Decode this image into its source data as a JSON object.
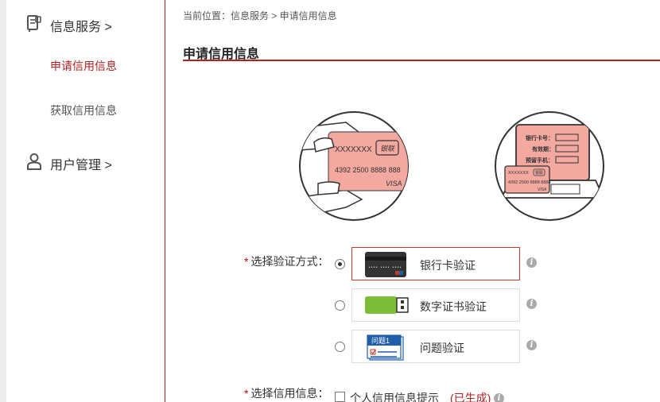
{
  "sidebar": {
    "group1": {
      "label": "信息服务 >",
      "icon": "document-icon"
    },
    "items": [
      {
        "label": "申请信用信息",
        "active": true
      },
      {
        "label": "获取信用信息",
        "active": false
      }
    ],
    "group2": {
      "label": "用户管理 >",
      "icon": "user-icon"
    }
  },
  "breadcrumb": "当前位置：信息服务 > 申请信用信息",
  "page_title": "申请信用信息",
  "illustrations": {
    "card": {
      "number_mask": "XXXXXXX",
      "brand": "银联",
      "number": "4392 2500 8888 888",
      "network": "VISA"
    },
    "laptop": {
      "field1": "银行卡号：",
      "field2": "有效期：",
      "field3": "预留手机：",
      "card_mask": "XXXXXXX",
      "card_brand": "银联",
      "card_number": "4392 2500 8888 8888",
      "card_network": "VISA"
    }
  },
  "verify": {
    "label": "选择验证方式：",
    "required_mark": "*",
    "options": [
      {
        "label": "银行卡验证",
        "selected": true
      },
      {
        "label": "数字证书验证",
        "selected": false
      },
      {
        "label": "问题验证",
        "selected": false,
        "icon_text": "问题1"
      }
    ]
  },
  "credit": {
    "label": "选择信用信息：",
    "required_mark": "*",
    "option_label": "个人信用信息提示",
    "status": "(已生成)"
  },
  "colors": {
    "accent": "#b22222",
    "card_pink": "#f4a9a0",
    "usb_green": "#7cbd3a",
    "question_blue": "#1f5ea8"
  }
}
